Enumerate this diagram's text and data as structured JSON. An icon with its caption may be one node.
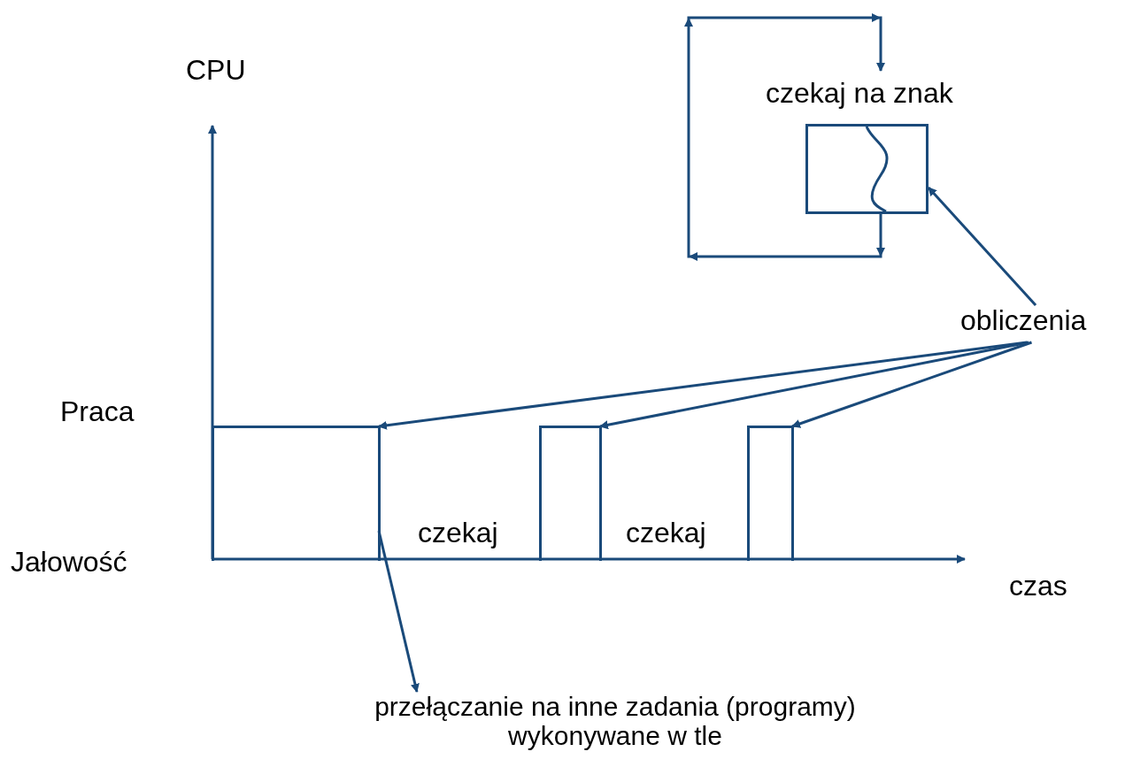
{
  "diagram": {
    "nodes": [
      {
        "text": [
          "czekaj na znak"
        ]
      },
      {
        "text": [
          "obliczenia"
        ]
      },
      {
        "text": [],
        "shape": "bar"
      },
      {
        "text": [],
        "shape": "bar"
      },
      {
        "text": [],
        "shape": "bar"
      },
      {
        "text": [
          "przełączanie na inne zadania (programy) wykonywane w tle"
        ]
      }
    ],
    "edges": [
      {
        "from": 0,
        "to": 0,
        "arrow": "to"
      },
      {
        "from": 1,
        "to": 0,
        "arrow": "to"
      },
      {
        "from": 1,
        "to": 2,
        "arrow": "to"
      },
      {
        "from": 1,
        "to": 3,
        "arrow": "to"
      },
      {
        "from": 1,
        "to": 4,
        "arrow": "to"
      },
      {
        "from": 2,
        "to": 5,
        "arrow": "to"
      }
    ],
    "labels": [
      "CPU",
      "Praca",
      "Jałowość",
      "czekaj",
      "czekaj",
      "czas"
    ]
  }
}
